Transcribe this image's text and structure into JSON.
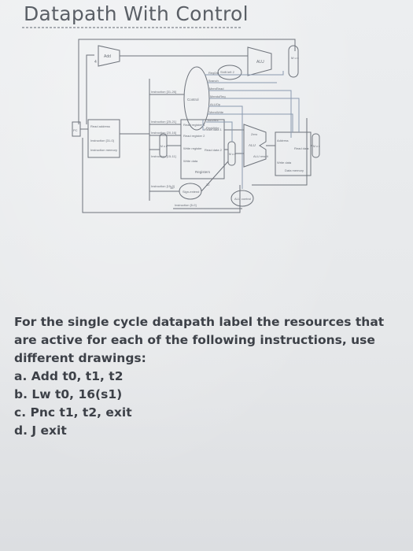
{
  "header": {
    "title": "Datapath With Control"
  },
  "diagram": {
    "add_label": "Add",
    "shift_label": "Shift left 2",
    "alu_label": "ALU",
    "control_label": "Control",
    "control_signals": [
      "RegDst",
      "Branch",
      "MemRead",
      "MemtoReg",
      "ALUOp",
      "MemWrite",
      "ALUSrc",
      "RegWrite"
    ],
    "pc_label": "PC",
    "read_address_label": "Read address",
    "instruction_label": "Instruction [31-0]",
    "instruction_memory_label": "Instruction memory",
    "instr_31_26": "Instruction [31-26]",
    "instr_25_21": "Instruction [25-21]",
    "instr_20_16": "Instruction [20-16]",
    "instr_15_11": "Instruction [15-11]",
    "instr_15_0": "Instruction [15-0]",
    "instr_5_0": "Instruction [5-0]",
    "read_register_1": "Read register 1",
    "read_register_2": "Read register 2",
    "write_register": "Write register",
    "write_data": "Write data",
    "read_data_1": "Read data 1",
    "read_data_2": "Read data 2",
    "registers_label": "Registers",
    "sign_extend_label": "Sign-extend",
    "bits_16": "16",
    "bits_32": "32",
    "alu_control_label": "ALU control",
    "zero_label": "Zero",
    "alu_result_label": "ALU result",
    "address_label": "Address",
    "read_data_label": "Read data",
    "data_memory_label": "Data memory",
    "mux_label": "M u x",
    "four_label": "4"
  },
  "question": {
    "intro": "For the single cycle datapath label the resources that are active for each of the following instructions, use different drawings:",
    "items": [
      "a. Add t0, t1, t2",
      "b. Lw t0, 16(s1)",
      "c. Pnc t1, t2, exit",
      "d. J exit"
    ]
  }
}
